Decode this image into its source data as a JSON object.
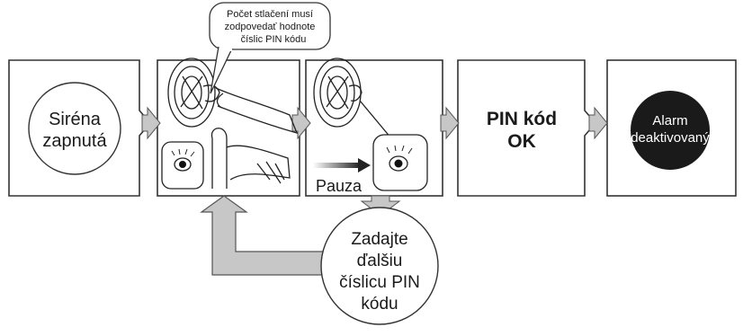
{
  "callout": {
    "line1": "Počet stlačení musí",
    "line2": "zodpovedať hodnote",
    "line3": "číslic PIN kódu"
  },
  "step1": {
    "line1": "Siréna",
    "line2": "zapnutá"
  },
  "step4": {
    "line1": "PIN kód",
    "line2": "OK"
  },
  "step5": {
    "line1": "Alarm",
    "line2": "deaktivovaný"
  },
  "pause_label": "Pauza",
  "next_digit": {
    "line1": "Zadajte",
    "line2": "ďalšiu",
    "line3": "číslicu PIN",
    "line4": "kódu"
  },
  "colors": {
    "arrow_fill": "#c7c7c7",
    "panel_stroke": "#333333",
    "final_circle": "#1a1a1a"
  }
}
